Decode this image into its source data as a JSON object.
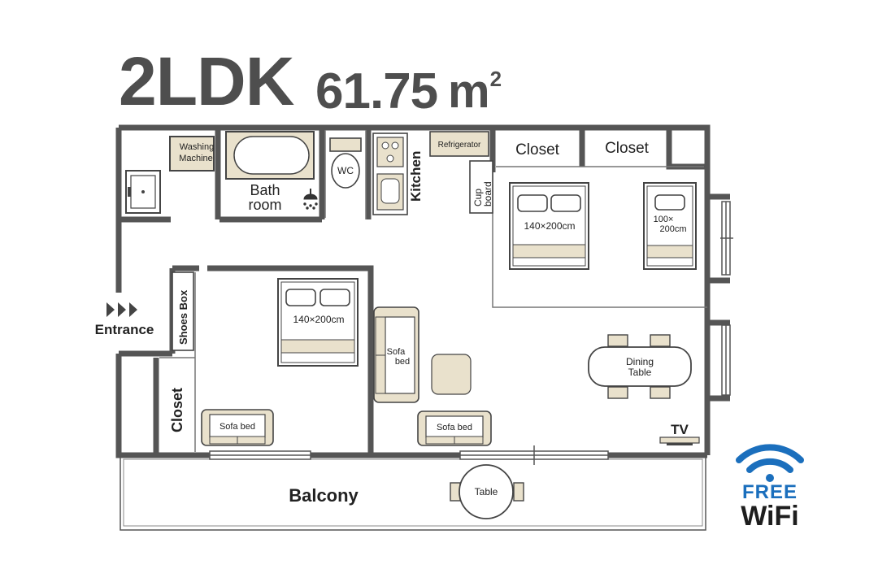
{
  "header": {
    "layout_type": "2LDK",
    "area_value": "61.75",
    "area_unit": "m",
    "area_sup": "2"
  },
  "rooms": {
    "washing_machine_line1": "Washing",
    "washing_machine_line2": "Machine",
    "bath_line1": "Bath",
    "bath_line2": "room",
    "wc": "WC",
    "kitchen": "Kitchen",
    "refrigerator": "Refrigerator",
    "cupboard_line1": "Cup",
    "cupboard_line2": "board",
    "closet_top_left": "Closet",
    "closet_top_right": "Closet",
    "bed_double_bedroom": "140×200cm",
    "bed_single_line1": "100×",
    "bed_single_line2": "200cm",
    "shoes_box": "Shoes Box",
    "entrance": "Entrance",
    "bed_double_room2": "140×200cm",
    "sofa_bed_vertical_line1": "Sofa",
    "sofa_bed_vertical_line2": "bed",
    "dining_line1": "Dining",
    "dining_line2": "Table",
    "closet_left": "Closet",
    "sofa_bed_room2": "Sofa bed",
    "sofa_bed_living": "Sofa bed",
    "tv": "TV",
    "balcony": "Balcony",
    "balcony_table": "Table"
  },
  "wifi": {
    "line1": "FREE",
    "line2": "WiFi"
  },
  "colors": {
    "wall": "#555555",
    "furniture_fill": "#e9e1cc",
    "wifi_blue": "#1b6fbd"
  }
}
